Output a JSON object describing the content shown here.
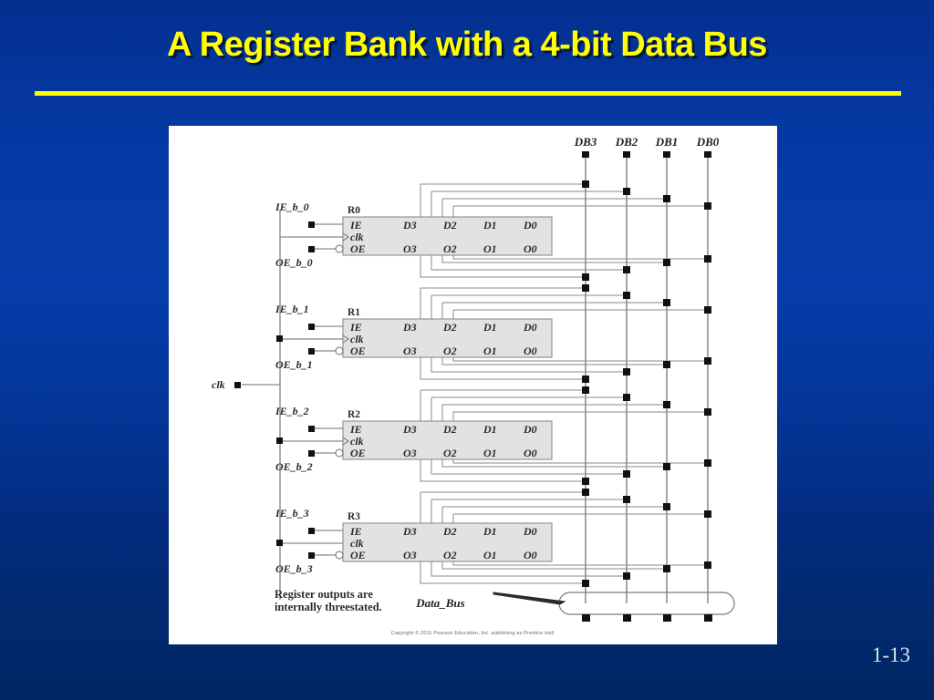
{
  "slide": {
    "title": "A Register Bank with a 4-bit Data Bus",
    "page_number": "1-13",
    "background_color": "#043ba8",
    "title_color": "#ffff00",
    "rule_color": "#ffff00",
    "page_number_color": "#d8e4ef"
  },
  "figure": {
    "panel_background": "#ffffff",
    "copyright": "Copyright © 2011 Pearson Education, Inc. publishing as Prentice Hall",
    "data_bus_labels": [
      "DB3",
      "DB2",
      "DB1",
      "DB0"
    ],
    "data_bus_name": "Data_Bus",
    "note_line1": "Register outputs are",
    "note_line2": "internally threestated.",
    "clock_label": "clk",
    "registers": [
      {
        "name": "R0",
        "ie_label": "IE_b_0",
        "oe_label": "OE_b_0",
        "pins": [
          "IE",
          "clk",
          "OE"
        ],
        "data_inputs": [
          "D3",
          "D2",
          "D1",
          "D0"
        ],
        "data_outputs": [
          "O3",
          "O2",
          "O1",
          "O0"
        ]
      },
      {
        "name": "R1",
        "ie_label": "IE_b_1",
        "oe_label": "OE_b_1",
        "pins": [
          "IE",
          "clk",
          "OE"
        ],
        "data_inputs": [
          "D3",
          "D2",
          "D1",
          "D0"
        ],
        "data_outputs": [
          "O3",
          "O2",
          "O1",
          "O0"
        ]
      },
      {
        "name": "R2",
        "ie_label": "IE_b_2",
        "oe_label": "OE_b_2",
        "pins": [
          "IE",
          "clk",
          "OE"
        ],
        "data_inputs": [
          "D3",
          "D2",
          "D1",
          "D0"
        ],
        "data_outputs": [
          "O3",
          "O2",
          "O1",
          "O0"
        ]
      },
      {
        "name": "R3",
        "ie_label": "IE_b_3",
        "oe_label": "OE_b_3",
        "pins": [
          "IE",
          "clk",
          "OE"
        ],
        "data_inputs": [
          "D3",
          "D2",
          "D1",
          "D0"
        ],
        "data_outputs": [
          "O3",
          "O2",
          "O1",
          "O0"
        ]
      }
    ]
  }
}
